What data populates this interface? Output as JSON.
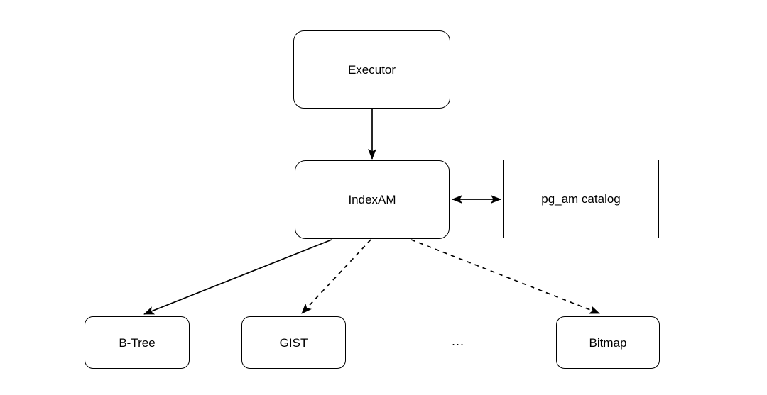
{
  "diagram": {
    "background_color": "#ffffff",
    "stroke_color": "#000000",
    "node_fill_color": "#ffffff",
    "text_color": "#000000",
    "nodes": {
      "executor": {
        "label": "Executor",
        "shape": "rounded-rectangle"
      },
      "indexam": {
        "label": "IndexAM",
        "shape": "rounded-rectangle"
      },
      "pg_am_catalog": {
        "label": "pg_am catalog",
        "shape": "rectangle"
      },
      "btree": {
        "label": "B-Tree",
        "shape": "rounded-rectangle"
      },
      "gist": {
        "label": "GIST",
        "shape": "rounded-rectangle"
      },
      "bitmap": {
        "label": "Bitmap",
        "shape": "rounded-rectangle"
      }
    },
    "ellipsis_label": "...",
    "edges": [
      {
        "from": "Executor",
        "to": "IndexAM",
        "line": "solid",
        "arrows": "to"
      },
      {
        "from": "IndexAM",
        "to": "pg_am catalog",
        "line": "solid",
        "arrows": "both"
      },
      {
        "from": "IndexAM",
        "to": "B-Tree",
        "line": "solid",
        "arrows": "to"
      },
      {
        "from": "IndexAM",
        "to": "GIST",
        "line": "dashed",
        "arrows": "to"
      },
      {
        "from": "IndexAM",
        "to": "Bitmap",
        "line": "dashed",
        "arrows": "to"
      }
    ]
  }
}
